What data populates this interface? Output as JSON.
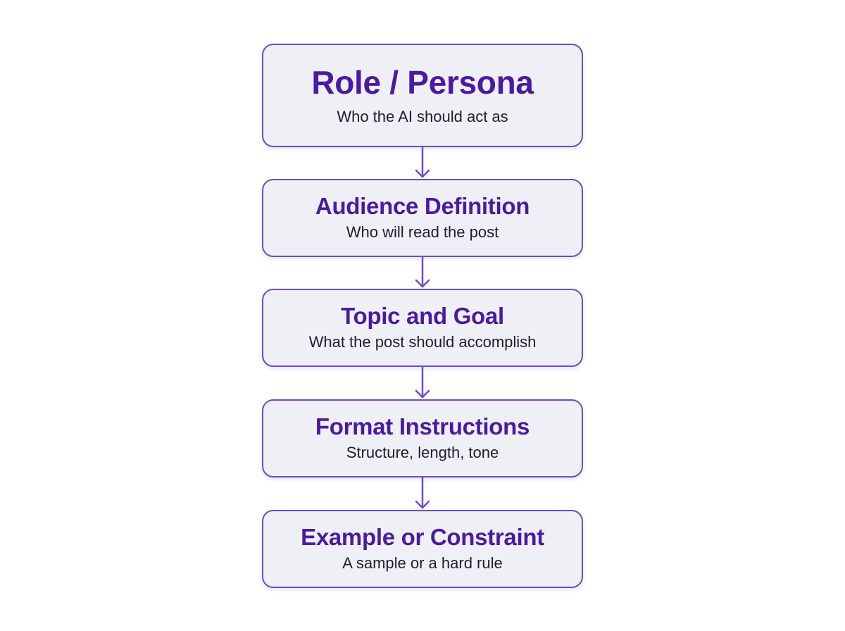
{
  "steps": [
    {
      "title": "Role / Persona",
      "subtitle": "Who the AI should act as"
    },
    {
      "title": "Audience Definition",
      "subtitle": "Who will read the post"
    },
    {
      "title": "Topic and Goal",
      "subtitle": "What the post should accomplish"
    },
    {
      "title": "Format Instructions",
      "subtitle": "Structure, length, tone"
    },
    {
      "title": "Example or Constraint",
      "subtitle": "A sample or a hard rule"
    }
  ],
  "colors": {
    "accent": "#6c4bcc",
    "title": "#4a1aa3",
    "box_fill": "#eff0f5",
    "text": "#1e1e2a"
  }
}
